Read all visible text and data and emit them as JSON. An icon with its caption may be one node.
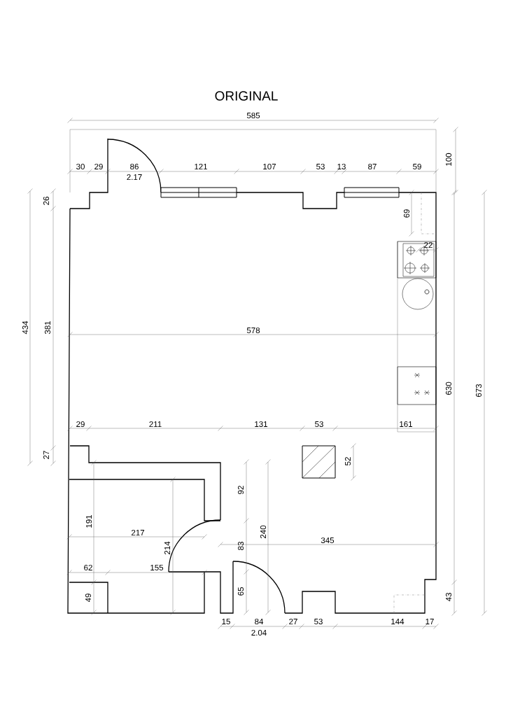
{
  "diagram": {
    "title": "ORIGINAL",
    "labels": [
      "585",
      "30",
      "29",
      "86",
      "2.17",
      "121",
      "107",
      "53",
      "13",
      "87",
      "59",
      "100",
      "26",
      "69",
      "22",
      "434",
      "381",
      "578",
      "630",
      "673",
      "29",
      "211",
      "131",
      "53",
      "161",
      "27",
      "52",
      "92",
      "191",
      "217",
      "240",
      "214",
      "83",
      "345",
      "62",
      "155",
      "65",
      "49",
      "43",
      "15",
      "84",
      "27",
      "53",
      "144",
      "17",
      "2.04"
    ]
  }
}
